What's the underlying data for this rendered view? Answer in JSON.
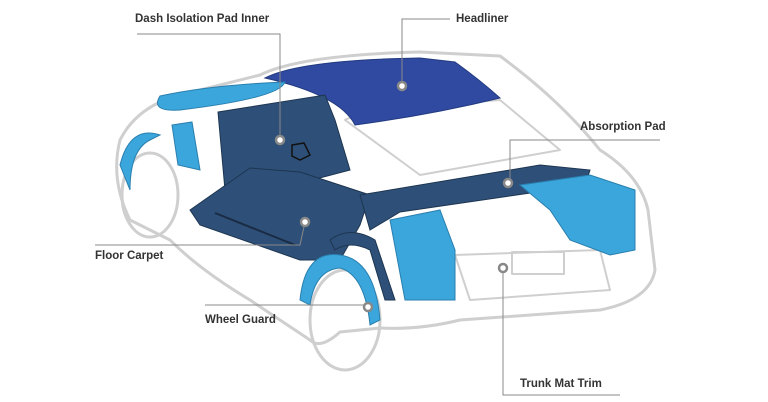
{
  "labels": {
    "dash": "Dash Isolation Pad Inner",
    "headliner": "Headliner",
    "absorption": "Absorption Pad",
    "floor": "Floor Carpet",
    "wheel": "Wheel Guard",
    "trunk": "Trunk Mat Trim"
  },
  "colors": {
    "dark_part": "#2e5078",
    "headliner": "#2f4aa0",
    "light_part": "#3aa6dc",
    "outline": "#c8c8c8",
    "leader": "#888888"
  }
}
